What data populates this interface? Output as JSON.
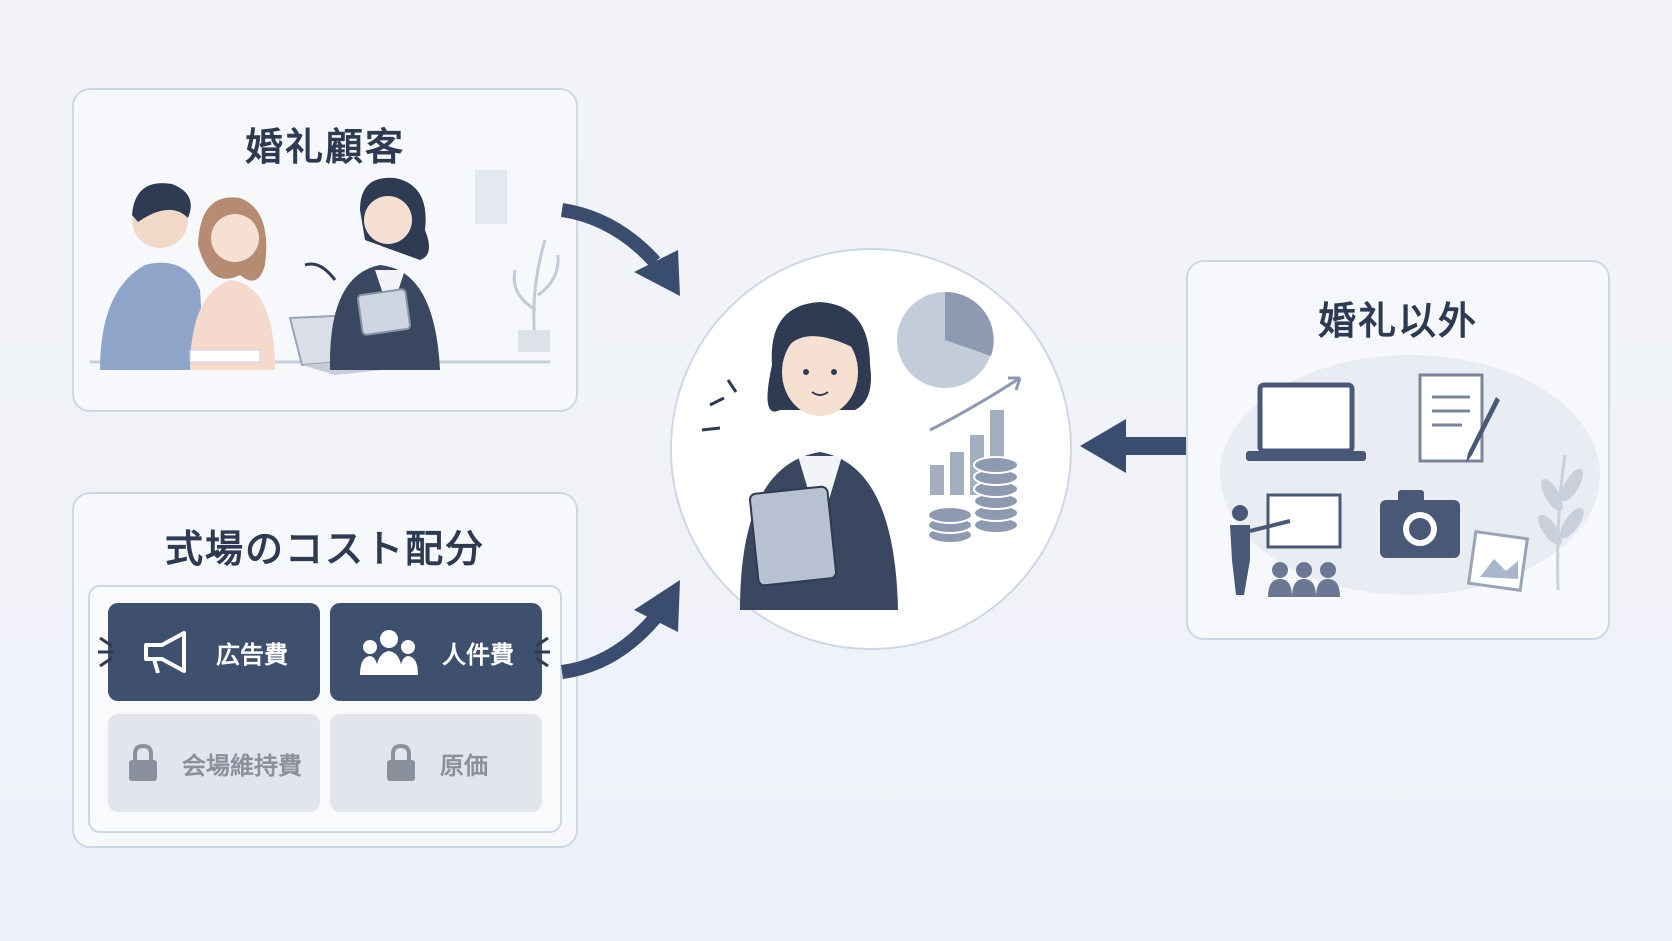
{
  "panels": {
    "customers": {
      "title": "婚礼顧客"
    },
    "cost_allocation": {
      "title": "式場のコスト配分",
      "items": [
        {
          "label": "広告費",
          "icon": "megaphone-icon",
          "state": "active"
        },
        {
          "label": "人件費",
          "icon": "people-icon",
          "state": "active"
        },
        {
          "label": "会場維持費",
          "icon": "lock-icon",
          "state": "locked"
        },
        {
          "label": "原価",
          "icon": "lock-icon",
          "state": "locked"
        }
      ]
    },
    "non_wedding": {
      "title": "婚礼以外",
      "icons": [
        "laptop-icon",
        "document-pen-icon",
        "presentation-icon",
        "camera-icon",
        "photo-icon",
        "leaf-icon"
      ]
    }
  },
  "colors": {
    "navy": "#3f4f6e",
    "arrow": "#3b4d6e",
    "panel_border": "#cfd6e4",
    "locked_bg": "#e2e5ec",
    "accent_light": "#a9b6cc"
  }
}
